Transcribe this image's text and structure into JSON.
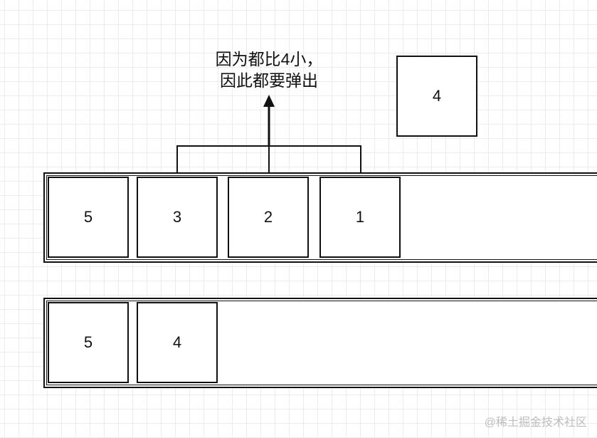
{
  "incoming": {
    "value": "4"
  },
  "caption": {
    "line1": "因为都比4小，",
    "line2": "因此都要弹出"
  },
  "stack_before": {
    "items": [
      "5",
      "3",
      "2",
      "1"
    ]
  },
  "stack_after": {
    "items": [
      "5",
      "4"
    ]
  },
  "watermark": "@稀土掘金技术社区"
}
